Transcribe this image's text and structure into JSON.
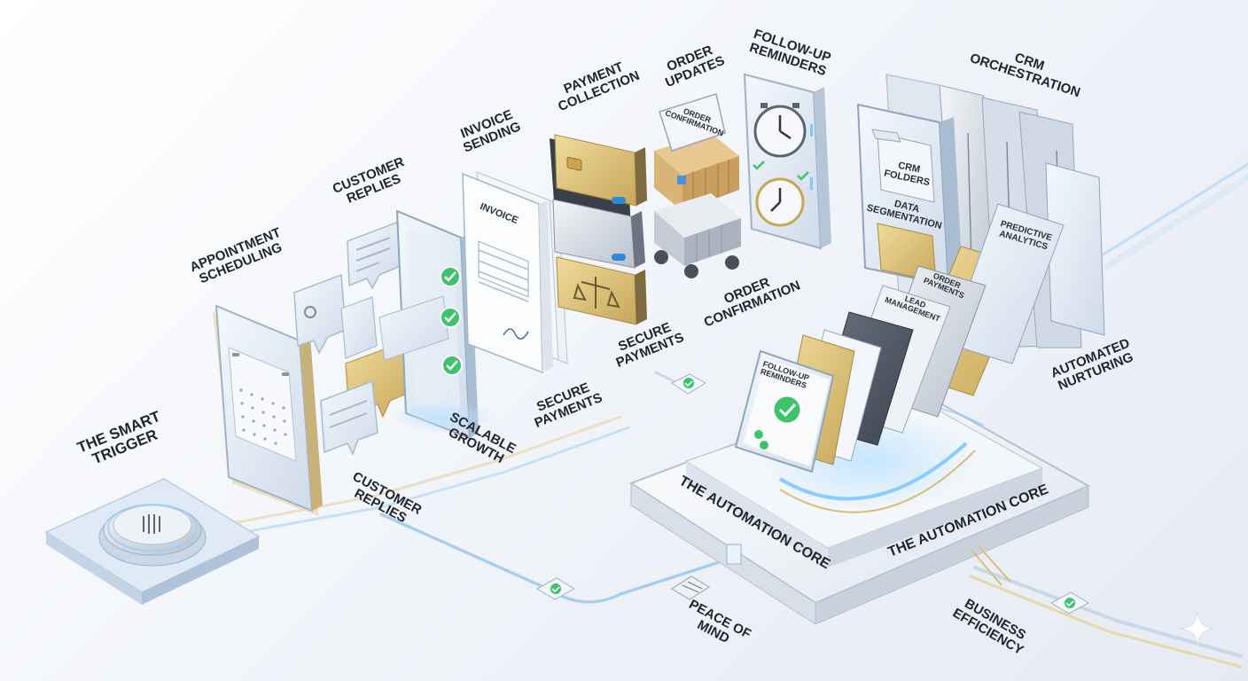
{
  "labels": {
    "smart_trigger": [
      "THE SMART",
      "TRIGGER"
    ],
    "appointment": [
      "APPOINTMENT",
      "SCHEDULING"
    ],
    "customer_replies_top": [
      "CUSTOMER",
      "REPLIES"
    ],
    "customer_replies_bottom": [
      "CUSTOMER",
      "REPLIES"
    ],
    "invoice_sending": [
      "INVOICE",
      "SENDING"
    ],
    "scalable_growth": [
      "SCALABLE",
      "GROWTH"
    ],
    "payment_collection": [
      "PAYMENT",
      "COLLECTION"
    ],
    "secure_payments_1": [
      "SECURE",
      "PAYMENTS"
    ],
    "secure_payments_2": [
      "SECURE",
      "PAYMENTS"
    ],
    "order_updates": [
      "ORDER",
      "UPDATES"
    ],
    "order_confirmation": [
      "ORDER",
      "CONFIRMATION"
    ],
    "follow_up": [
      "FOLLOW-UP",
      "REMINDERS"
    ],
    "crm_orchestration": [
      "CRM",
      "ORCHESTRATION"
    ],
    "automated_nurturing": [
      "AUTOMATED",
      "NURTURING"
    ],
    "automation_core_left": "THE AUTOMATION CORE",
    "automation_core_right": "THE AUTOMATION CORE",
    "peace_of_mind": [
      "PEACE OF",
      "MIND"
    ],
    "business_efficiency": [
      "BUSINESS",
      "EFFICIENCY"
    ]
  },
  "small_text": {
    "invoice_doc": "INVOICE",
    "order_confirmation_tag": [
      "ORDER",
      "CONFIRMATION"
    ],
    "crm_folders": [
      "CRM",
      "FOLDERS"
    ],
    "data_segmentation": [
      "DATA",
      "SEGMENTATION"
    ],
    "predictive_analytics": [
      "PREDICTIVE",
      "ANALYTICS"
    ],
    "order_payments": [
      "ORDER",
      "PAYMENTS"
    ],
    "lead_management": [
      "LEAD",
      "MANAGEMENT"
    ],
    "follow_up_card": [
      "FOLLOW-UP",
      "REMINDERS"
    ]
  },
  "colors": {
    "accent_glow": "#7fc8ff",
    "check_green": "#3cc46a",
    "gold": "#d9bf74",
    "glass": "#dfe8f4",
    "dark_text": "#1f2530"
  }
}
